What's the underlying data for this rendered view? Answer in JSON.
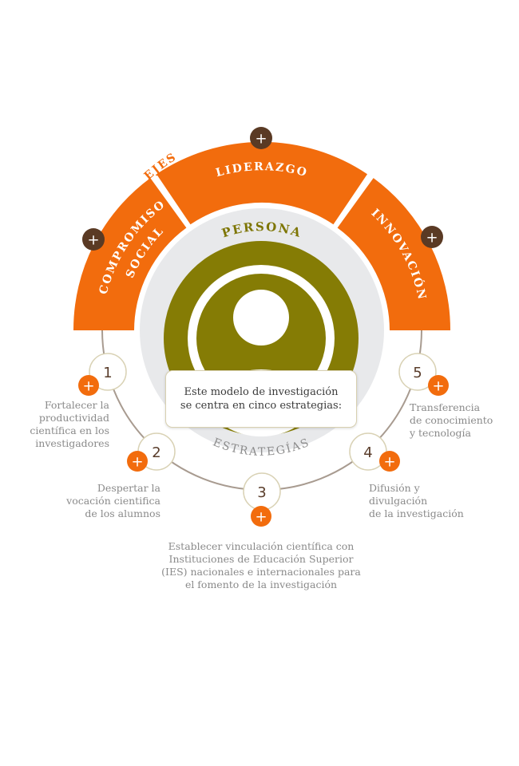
{
  "colors": {
    "orange": "#f26c0d",
    "olive": "#857c05",
    "gray_disk": "#e8e9eb",
    "brown_button": "#5a3a24",
    "orange_button": "#f26c0d",
    "connector": "#a89b90",
    "text_gray": "#8a8a8a"
  },
  "ejes": {
    "title": "EJES",
    "segments": [
      {
        "label_line1": "COMPROMISO",
        "label_line2": "SOCIAL",
        "button_icon": "plus-icon"
      },
      {
        "label": "LIDERAZGO",
        "button_icon": "plus-icon"
      },
      {
        "label": "INNOVACIÓN",
        "button_icon": "plus-icon"
      }
    ]
  },
  "persona": {
    "title": "PERSONA",
    "icon": "user-icon"
  },
  "center_box": {
    "line1": "Este modelo de investigación",
    "line2": "se centra en cinco estrategias:"
  },
  "estrategias": {
    "title": "ESTRATEGÍAS",
    "items": [
      {
        "number": "1",
        "lines": [
          "Fortalecer la",
          "productividad",
          "científica en los",
          "investigadores"
        ]
      },
      {
        "number": "2",
        "lines": [
          "Despertar la",
          "vocación cientifica",
          "de los alumnos"
        ]
      },
      {
        "number": "3",
        "lines": [
          "Establecer vinculación científica con",
          "Instituciones de Educación Superior",
          "(IES) nacionales e internacionales para",
          "el fomento de la investigación"
        ]
      },
      {
        "number": "4",
        "lines": [
          "Difusión y",
          "divulgación",
          "de la investigación"
        ]
      },
      {
        "number": "5",
        "lines": [
          "Transferencia",
          "de conocimiento",
          "y tecnología"
        ]
      }
    ]
  },
  "button_symbol": "+"
}
